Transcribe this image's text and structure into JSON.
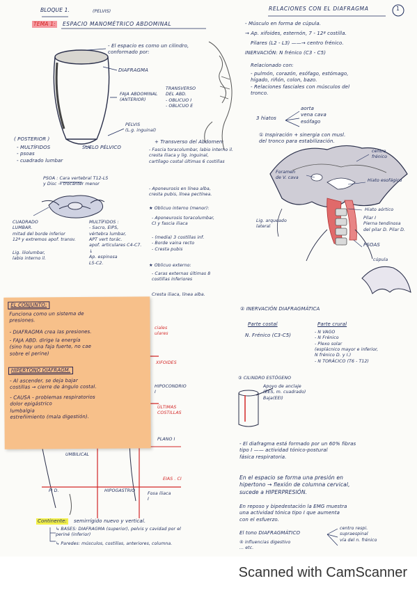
{
  "header": {
    "bloque": "BLOQUE 1.",
    "pelvis_note": "(PELVIS)",
    "tema": "TEMA 1:",
    "tema_title": "ESPACIO MANOMÉTRICO ABDOMINAL",
    "relaciones": "RELACIONES CON EL DIAFRAGMA",
    "page_number": "1"
  },
  "left_column": {
    "espacio_text": "- El espacio es como un cilindro, conformado por:",
    "diafragma": "DIAFRAGMA",
    "faja": "FAJA ABDOMINAL\n(ANTERIOR)",
    "faja_musculos": "TRANSVERSO\nDEL ABD.\n- OBLICUO I\n- OBLICUO E",
    "pelvis": "PELVIS\n(L.g. inguinal)",
    "suelo": "SUELO PÉLVICO",
    "posterior": "( POSTERIOR )",
    "posterior_list": "- MULTÍFIDOS\n- psoas\n- cuadrado lumbar",
    "psoa_note": "PSOA : Cara vertebral T12-L5\ny Disc → trocánter menor",
    "cuadrado_desc": "CUADRADO\nLUMBAR.\nmitad del borde inferior\n12ª y extremos apof. transv.",
    "cuadrado_insertion": "Lig. iliolumbar,\nlabio interno il.",
    "multifidos": "MULTÍFIDOS :\n- Sacro, EIPS,\nvértebra lumbar,\nAPT vert torác.\napof. articulares C4-C7.\n↓\nAp. espinosa\nL5-C2."
  },
  "middle_column": {
    "transverso_title": "+ Transverso del Abdomen:",
    "transverso_desc": "- Fascia toracolumbar, labio interno il.\ncresta iliaca y lig. inguinal,\ncartílago costal últimas 6 costillas",
    "aponeurosis": "- Aponeurosis en línea alba,\ncresta pubis, línea pectínea.",
    "oblicuo_int": "★ Oblicuo interno (menor):",
    "oblicuo_int_desc": "- Aponeurosis toracolumbar,\nCI y fascia iliaca",
    "oblicuo_int_ins": "- (media) 3 costillas inf.\n- Borde vaina recto\n- Cresta pubis",
    "oblicuo_ext": "★ Oblicuo externo:",
    "oblicuo_ext_desc": "- Caras externas últimas 8\ncostillas inferiores",
    "oblicuo_ext_ins": "Cresta iliaca, línea alba."
  },
  "sticky_note": {
    "en_conjunto": "EL CONJUNTO:",
    "funciona": "Funciona como un sistema de\npresiones.",
    "diafragma_line": "- DIAFRAGMA crea las presiones.",
    "faja_line": "- FAJA ABD. dirige la energía\n(sino hay una faja fuerte, no cae\nsobre el perine)",
    "hipertono": "HIPERTONO DIAFRAGM.",
    "hipertono_desc": "- Al ascender, se deja bajar\ncostillas → cierre de ángulo costal.",
    "causa": "- CAUSA - problemas respiratorios\ndolor epigástrico\nlumbalgia\nestreñimiento (mala digestión)."
  },
  "abdomen_regions": {
    "red_top": "ciales\nulares",
    "xifoides": "XIFOIDES",
    "hipocondrio": "HIPOCONDRIO\nI",
    "ultimas": "ÚLTIMAS\nCOSTILLAS",
    "plano": "PLANO I",
    "umbilical": "UMBILICAL",
    "eias": "EIAS . CI",
    "fid": "FI D.",
    "hipogastrio": "HIPOGASTRIO",
    "fosa": "Fosa iliaca\nI"
  },
  "bottom_left": {
    "continente": "Continente:",
    "continente_desc": "semirrígido nuevo y vertical.",
    "bases": "↳ BASES: DIAFRAGMA (superior), pelvis y cavidad por el\nperiné (inferior)",
    "paredes": "↳ Paredes: músculos, costillas, anteriores, columna."
  },
  "right_column": {
    "musculo": "- Músculo en forma de cúpula.",
    "ap_xifoides": "→ Ap. xifoides, esternón, 7 - 12ª costilla.",
    "pilares": "Pilares (L2 - L3) ——→ centro frénico.",
    "inervacion": "INERVACIÓN: N frénico (C3 - C5)",
    "relacionado": "Relacionado con:",
    "relacion_list": "- pulmón, corazón, esófago, estómago,\nhígado, riñón, colon, bazo.\n- Relaciones fasciales con músculos del\ntronco.",
    "hiatos": "3 hiatos",
    "hiatos_list": "aorta\nvena cava\nesófago",
    "inspiracion": "① Inspiración + sinergia con musl.\ndel tronco para estabilización.",
    "centro_frenico": "centro\nfrénico",
    "foramen": "Foramen\nde V. cava",
    "hiato_esof": "Hiato esofágico",
    "lig_arq": "Lig. arqueado\nlateral",
    "hiato_aortico": "Hiato aórtico",
    "pilares_labels": "Pilar I\nPierna tendinosa\ndel pilar D. Pilar D.",
    "psoas": "PSOAS",
    "cupula": "cúpula",
    "inervacion_title": "② INERVACIÓN DIAFRAGMÁTICA",
    "parte_costal": "Parte costal",
    "parte_costal_n": "N. Frénico (C3-C5)",
    "parte_crural": "Parte crural",
    "parte_crural_list": "- N VAGO\n- N Frénico\n- Plexo solar\n(esplácnico mayor e inferior,\nN frénico D. y I.)\n- N TORÁCICO (T6 - T12)",
    "cilindro": "③ CILINDRO ESTÓGENO",
    "cilindro_notes": "Apoyo de anclaje\n(EES, m. cuadrado)\nBaja(EEI)",
    "formado": "- El diafragma está formado por un 60% fibras\ntipo I —— actividad tónico-postural\nfásica respiratoria.",
    "espacio": "En el espacio se forma una presión en\nhipertono → flexión de columna cervical,\nsucede a HIPERPRESIÓN.",
    "reposo": "En reposo y bipedestación la EMG muestra\nuna actividad tónica tipo I que aumenta\ncon el esfuerzo.",
    "tono": "El tono DIAFRAGMÁTICO",
    "tono_branches": "centro respi.\nsupraespinal\nvía del n. frénico",
    "influencias": "④ influencias digestivo\n... etc."
  },
  "footer": {
    "watermark": "Scanned with CamScanner"
  }
}
